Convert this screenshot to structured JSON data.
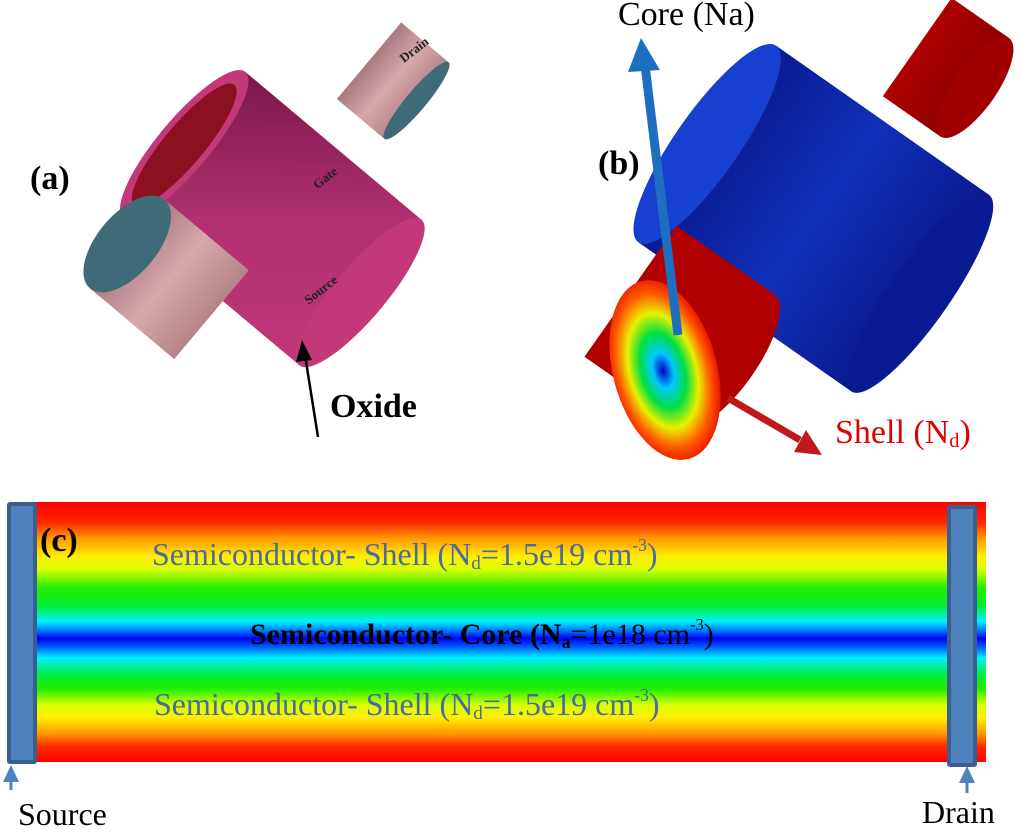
{
  "panel_a": {
    "label": "(a)",
    "parts": {
      "source": "Source",
      "gate": "Gate",
      "drain": "Drain"
    },
    "callout": "Oxide",
    "colors": {
      "gate": "#b03070",
      "source_drain": "#c9959a",
      "end_caps": "#3f6a78",
      "oxide": "#8b1020"
    }
  },
  "panel_b": {
    "label": "(b)",
    "core_label": "Core (Na)",
    "shell_label_main": "Shell (N",
    "shell_label_sub": "d",
    "shell_label_end": ")",
    "colors": {
      "core_arrow": "#1f6fc0",
      "shell_arrow": "#c0181c",
      "gate_blue": "#1030c0",
      "shell_red": "#c00000"
    }
  },
  "panel_c": {
    "label": "(c)",
    "shell_top": {
      "prefix": "Semiconductor- Shell (N",
      "sub": "d",
      "mid": "=1.5e19 cm",
      "sup": "-3",
      "end": ")"
    },
    "core": {
      "bold_prefix": "Semiconductor- Core (N",
      "sub": "a",
      "mid": "=1e18 cm",
      "sup": "-3",
      "end": ")"
    },
    "shell_bottom": {
      "prefix": "Semiconductor- Shell (N",
      "sub": "d",
      "mid": "=1.5e19 cm",
      "sup": "-3",
      "end": ")"
    },
    "source_label": "Source",
    "drain_label": "Drain",
    "colors": {
      "contact": "#4f81bd",
      "text": "#4a6aa0"
    }
  }
}
